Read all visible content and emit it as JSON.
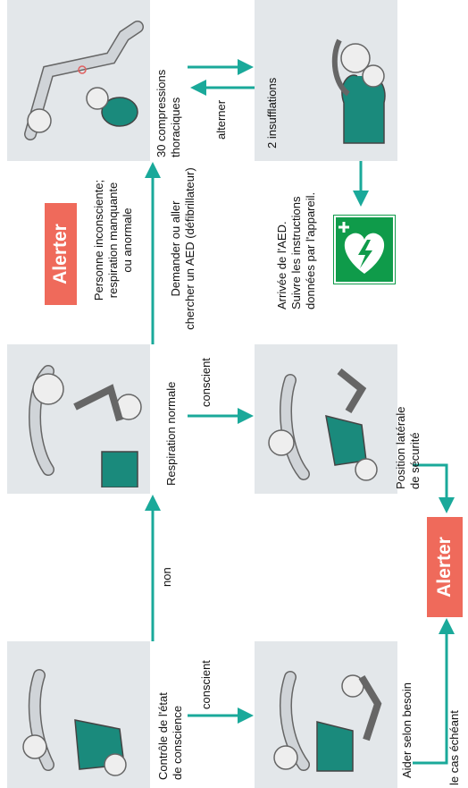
{
  "colors": {
    "arrow": "#1aa99a",
    "alert": "#ef6a5b",
    "panel": "#e3e7ea",
    "aed_green": "#0f9b4a"
  },
  "steps": {
    "controle": "Contrôle de l'état",
    "controle2": "de conscience",
    "respiration": "Respiration normale",
    "compressions": "30 compressions",
    "compressions2": "thoraciques",
    "insufflations": "2 insufflations",
    "aider": "Aider selon besoin",
    "position": "Position latérale",
    "position2": "de sécurité"
  },
  "labels": {
    "non": "non",
    "conscient": "conscient",
    "conscient2": "conscient",
    "alterner": "alterner",
    "le_cas": "le cas échéant",
    "personne1": "Personne inconsciente;",
    "personne2": "respiration manquante",
    "personne3": "ou anormale",
    "demander1": "Demander ou aller",
    "demander2": "chercher un AED (défibrillateur)",
    "aed1": "Arrivée de l'AED.",
    "aed2": "Suivre les instructions",
    "aed3": "données par l'appareil."
  },
  "alert": {
    "label": "Alerter"
  },
  "icons": {
    "aed": "aed-heart-lightning-icon"
  }
}
